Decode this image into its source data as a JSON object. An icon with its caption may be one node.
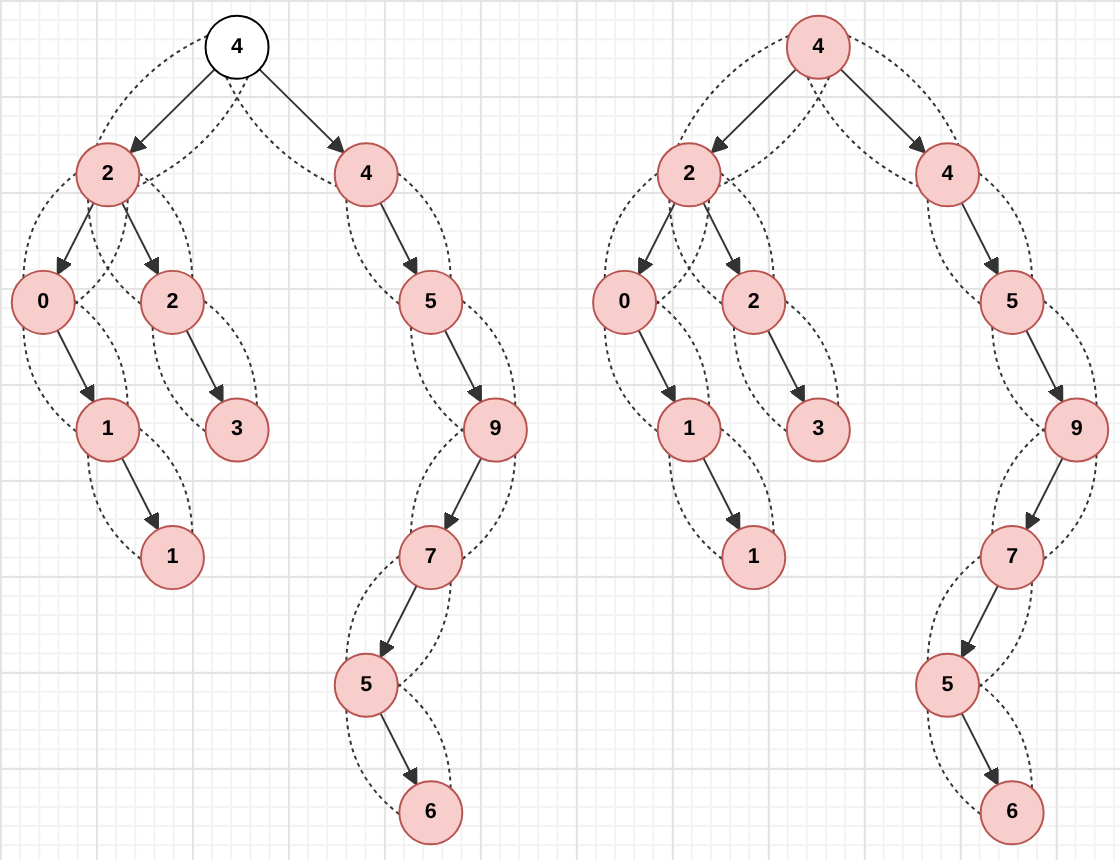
{
  "diagram": {
    "nodes": [
      {
        "text": [
          "4"
        ]
      },
      {
        "text": [
          "2"
        ]
      },
      {
        "text": [
          "4"
        ]
      },
      {
        "text": [
          "0"
        ]
      },
      {
        "text": [
          "2"
        ]
      },
      {
        "text": [
          "5"
        ]
      },
      {
        "text": [
          "1"
        ]
      },
      {
        "text": [
          "3"
        ]
      },
      {
        "text": [
          "9"
        ]
      },
      {
        "text": [
          "1"
        ]
      },
      {
        "text": [
          "7"
        ]
      },
      {
        "text": [
          "5"
        ]
      },
      {
        "text": [
          "6"
        ]
      },
      {
        "text": [
          "4"
        ]
      },
      {
        "text": [
          "2"
        ]
      },
      {
        "text": [
          "4"
        ]
      },
      {
        "text": [
          "0"
        ]
      },
      {
        "text": [
          "2"
        ]
      },
      {
        "text": [
          "5"
        ]
      },
      {
        "text": [
          "1"
        ]
      },
      {
        "text": [
          "3"
        ]
      },
      {
        "text": [
          "9"
        ]
      },
      {
        "text": [
          "1"
        ]
      },
      {
        "text": [
          "7"
        ]
      },
      {
        "text": [
          "5"
        ]
      },
      {
        "text": [
          "6"
        ]
      }
    ],
    "edges": [
      {
        "from": 0,
        "to": 1,
        "arrow": "to"
      },
      {
        "from": 0,
        "to": 1,
        "arrow": "none",
        "style": "dashed"
      },
      {
        "from": 0,
        "to": 1,
        "arrow": "none",
        "style": "dashed"
      },
      {
        "from": 0,
        "to": 2,
        "arrow": "to"
      },
      {
        "from": 0,
        "to": 2,
        "arrow": "none",
        "style": "dashed"
      },
      {
        "from": 1,
        "to": 3,
        "arrow": "to"
      },
      {
        "from": 1,
        "to": 3,
        "arrow": "none",
        "style": "dashed"
      },
      {
        "from": 1,
        "to": 3,
        "arrow": "none",
        "style": "dashed"
      },
      {
        "from": 1,
        "to": 4,
        "arrow": "to"
      },
      {
        "from": 1,
        "to": 4,
        "arrow": "none",
        "style": "dashed"
      },
      {
        "from": 1,
        "to": 4,
        "arrow": "none",
        "style": "dashed"
      },
      {
        "from": 2,
        "to": 5,
        "arrow": "to"
      },
      {
        "from": 2,
        "to": 5,
        "arrow": "none",
        "style": "dashed"
      },
      {
        "from": 2,
        "to": 5,
        "arrow": "none",
        "style": "dashed"
      },
      {
        "from": 3,
        "to": 6,
        "arrow": "to"
      },
      {
        "from": 3,
        "to": 6,
        "arrow": "none",
        "style": "dashed"
      },
      {
        "from": 3,
        "to": 6,
        "arrow": "none",
        "style": "dashed"
      },
      {
        "from": 4,
        "to": 7,
        "arrow": "to"
      },
      {
        "from": 4,
        "to": 7,
        "arrow": "none",
        "style": "dashed"
      },
      {
        "from": 4,
        "to": 7,
        "arrow": "none",
        "style": "dashed"
      },
      {
        "from": 5,
        "to": 8,
        "arrow": "to"
      },
      {
        "from": 5,
        "to": 8,
        "arrow": "none",
        "style": "dashed"
      },
      {
        "from": 5,
        "to": 8,
        "arrow": "none",
        "style": "dashed"
      },
      {
        "from": 6,
        "to": 9,
        "arrow": "to"
      },
      {
        "from": 6,
        "to": 9,
        "arrow": "none",
        "style": "dashed"
      },
      {
        "from": 6,
        "to": 9,
        "arrow": "none",
        "style": "dashed"
      },
      {
        "from": 8,
        "to": 10,
        "arrow": "to"
      },
      {
        "from": 8,
        "to": 10,
        "arrow": "none",
        "style": "dashed"
      },
      {
        "from": 8,
        "to": 10,
        "arrow": "none",
        "style": "dashed"
      },
      {
        "from": 10,
        "to": 11,
        "arrow": "to"
      },
      {
        "from": 10,
        "to": 11,
        "arrow": "none",
        "style": "dashed"
      },
      {
        "from": 10,
        "to": 11,
        "arrow": "none",
        "style": "dashed"
      },
      {
        "from": 11,
        "to": 12,
        "arrow": "to"
      },
      {
        "from": 11,
        "to": 12,
        "arrow": "none",
        "style": "dashed"
      },
      {
        "from": 11,
        "to": 12,
        "arrow": "none",
        "style": "dashed"
      },
      {
        "from": 13,
        "to": 14,
        "arrow": "to"
      },
      {
        "from": 13,
        "to": 14,
        "arrow": "none",
        "style": "dashed"
      },
      {
        "from": 13,
        "to": 14,
        "arrow": "none",
        "style": "dashed"
      },
      {
        "from": 13,
        "to": 15,
        "arrow": "to"
      },
      {
        "from": 13,
        "to": 15,
        "arrow": "none",
        "style": "dashed"
      },
      {
        "from": 13,
        "to": 15,
        "arrow": "none",
        "style": "dashed"
      },
      {
        "from": 14,
        "to": 16,
        "arrow": "to"
      },
      {
        "from": 14,
        "to": 16,
        "arrow": "none",
        "style": "dashed"
      },
      {
        "from": 14,
        "to": 16,
        "arrow": "none",
        "style": "dashed"
      },
      {
        "from": 14,
        "to": 17,
        "arrow": "to"
      },
      {
        "from": 14,
        "to": 17,
        "arrow": "none",
        "style": "dashed"
      },
      {
        "from": 14,
        "to": 17,
        "arrow": "none",
        "style": "dashed"
      },
      {
        "from": 15,
        "to": 18,
        "arrow": "to"
      },
      {
        "from": 15,
        "to": 18,
        "arrow": "none",
        "style": "dashed"
      },
      {
        "from": 15,
        "to": 18,
        "arrow": "none",
        "style": "dashed"
      },
      {
        "from": 16,
        "to": 19,
        "arrow": "to"
      },
      {
        "from": 16,
        "to": 19,
        "arrow": "none",
        "style": "dashed"
      },
      {
        "from": 16,
        "to": 19,
        "arrow": "none",
        "style": "dashed"
      },
      {
        "from": 17,
        "to": 20,
        "arrow": "to"
      },
      {
        "from": 17,
        "to": 20,
        "arrow": "none",
        "style": "dashed"
      },
      {
        "from": 17,
        "to": 20,
        "arrow": "none",
        "style": "dashed"
      },
      {
        "from": 18,
        "to": 21,
        "arrow": "to"
      },
      {
        "from": 18,
        "to": 21,
        "arrow": "none",
        "style": "dashed"
      },
      {
        "from": 18,
        "to": 21,
        "arrow": "none",
        "style": "dashed"
      },
      {
        "from": 19,
        "to": 22,
        "arrow": "to"
      },
      {
        "from": 19,
        "to": 22,
        "arrow": "none",
        "style": "dashed"
      },
      {
        "from": 19,
        "to": 22,
        "arrow": "none",
        "style": "dashed"
      },
      {
        "from": 21,
        "to": 23,
        "arrow": "to"
      },
      {
        "from": 21,
        "to": 23,
        "arrow": "none",
        "style": "dashed"
      },
      {
        "from": 21,
        "to": 23,
        "arrow": "none",
        "style": "dashed"
      },
      {
        "from": 23,
        "to": 24,
        "arrow": "to"
      },
      {
        "from": 23,
        "to": 24,
        "arrow": "none",
        "style": "dashed"
      },
      {
        "from": 23,
        "to": 24,
        "arrow": "none",
        "style": "dashed"
      },
      {
        "from": 24,
        "to": 25,
        "arrow": "to"
      },
      {
        "from": 24,
        "to": 25,
        "arrow": "none",
        "style": "dashed"
      },
      {
        "from": 24,
        "to": 25,
        "arrow": "none",
        "style": "dashed"
      }
    ]
  }
}
